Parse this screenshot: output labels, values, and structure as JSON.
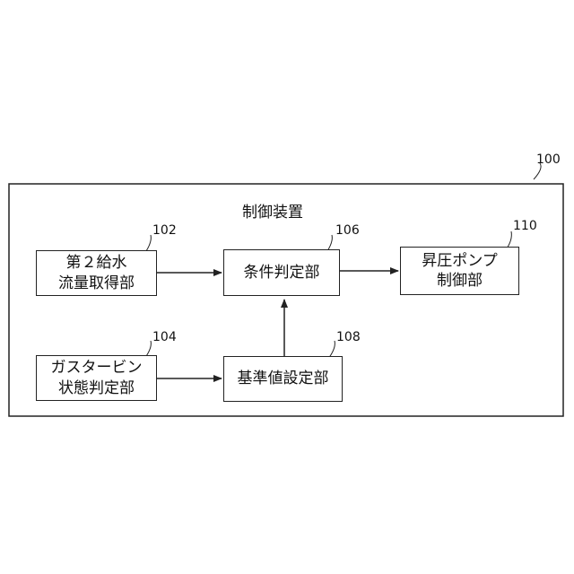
{
  "container": {
    "title": "制御装置",
    "ref": "100"
  },
  "blocks": {
    "flow_acq": {
      "lines": [
        "第２給水",
        "流量取得部"
      ],
      "ref": "102"
    },
    "gt_state": {
      "lines": [
        "ガスタービン",
        "状態判定部"
      ],
      "ref": "104"
    },
    "cond_judge": {
      "lines": [
        "条件判定部"
      ],
      "ref": "106"
    },
    "ref_set": {
      "lines": [
        "基準値設定部"
      ],
      "ref": "108"
    },
    "pump_ctrl": {
      "lines": [
        "昇圧ポンプ",
        "制御部"
      ],
      "ref": "110"
    }
  }
}
